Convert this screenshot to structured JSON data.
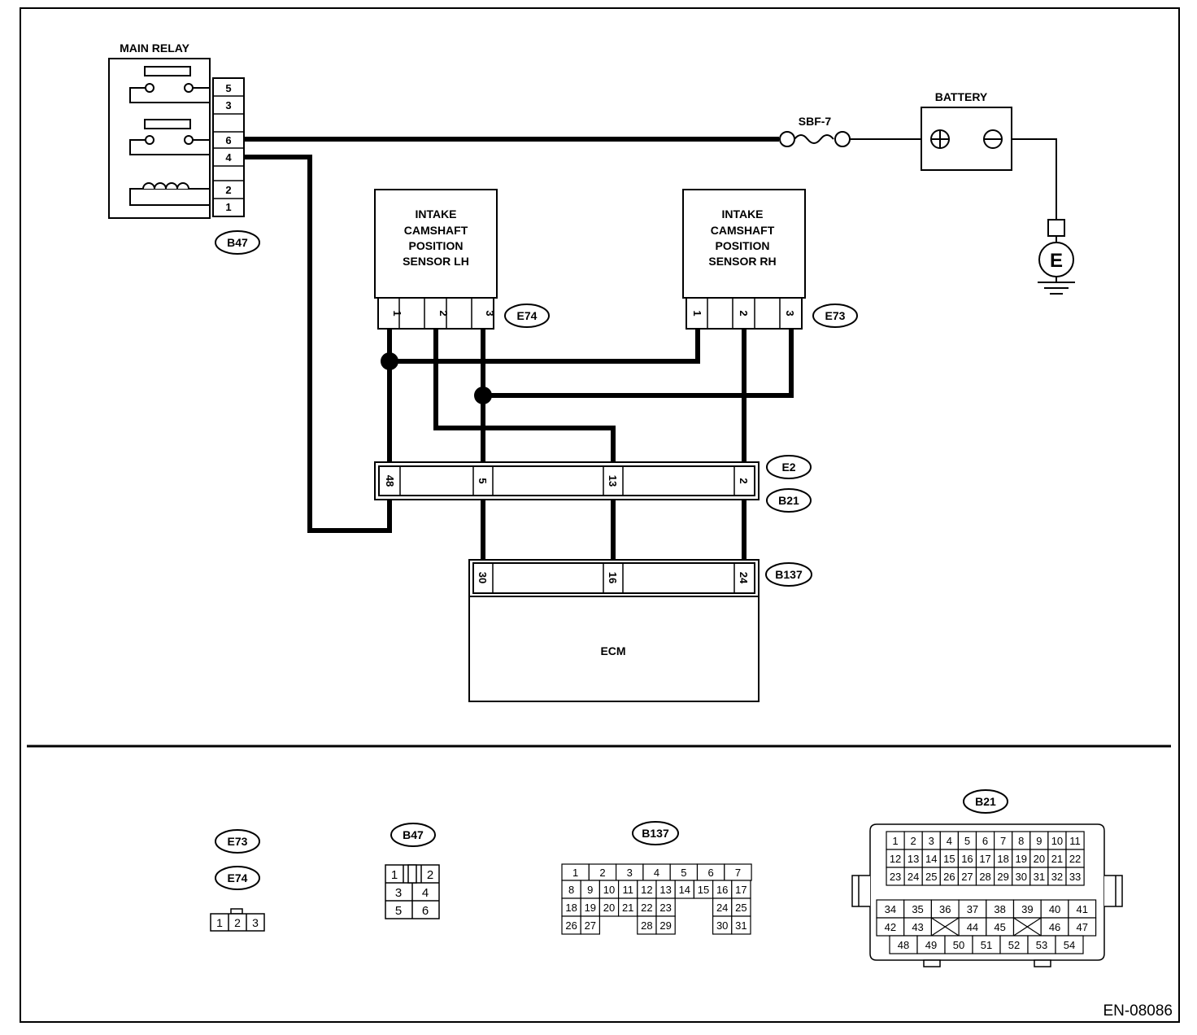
{
  "components": {
    "main_relay": "MAIN RELAY",
    "battery": "BATTERY",
    "fuse": "SBF-7",
    "ground": "E",
    "sensor_lh": [
      "INTAKE",
      "CAMSHAFT",
      "POSITION",
      "SENSOR LH"
    ],
    "sensor_rh": [
      "INTAKE",
      "CAMSHAFT",
      "POSITION",
      "SENSOR RH"
    ],
    "ecm": "ECM"
  },
  "connectors": {
    "b47": "B47",
    "e74": "E74",
    "e73": "E73",
    "e2": "E2",
    "b21": "B21",
    "b137": "B137"
  },
  "pins": {
    "relay": [
      "5",
      "3",
      "6",
      "4",
      "2",
      "1"
    ],
    "e74": [
      "1",
      "2",
      "3"
    ],
    "e73": [
      "1",
      "2",
      "3"
    ],
    "e2_b21": [
      "48",
      "5",
      "13",
      "2"
    ],
    "b137": [
      "30",
      "16",
      "24"
    ]
  },
  "connector_views": {
    "e73_label": "E73",
    "e74_label": "E74",
    "e7x_pins": [
      "1",
      "2",
      "3"
    ],
    "b47_label": "B47",
    "b47_pins": [
      "1",
      "2",
      "3",
      "4",
      "5",
      "6"
    ],
    "b137_label": "B137",
    "b137_pins": [
      "1",
      "2",
      "3",
      "4",
      "5",
      "6",
      "7",
      "8",
      "9",
      "10",
      "11",
      "12",
      "13",
      "14",
      "15",
      "16",
      "17",
      "18",
      "19",
      "20",
      "21",
      "22",
      "23",
      "24",
      "25",
      "26",
      "27",
      "28",
      "29",
      "30",
      "31"
    ],
    "b21_label": "B21",
    "b21_pins": [
      "1",
      "2",
      "3",
      "4",
      "5",
      "6",
      "7",
      "8",
      "9",
      "10",
      "11",
      "12",
      "13",
      "14",
      "15",
      "16",
      "17",
      "18",
      "19",
      "20",
      "21",
      "22",
      "23",
      "24",
      "25",
      "26",
      "27",
      "28",
      "29",
      "30",
      "31",
      "32",
      "33",
      "34",
      "35",
      "36",
      "37",
      "38",
      "39",
      "40",
      "41",
      "42",
      "43",
      "44",
      "45",
      "46",
      "47",
      "48",
      "49",
      "50",
      "51",
      "52",
      "53",
      "54"
    ]
  },
  "document_id": "EN-08086"
}
